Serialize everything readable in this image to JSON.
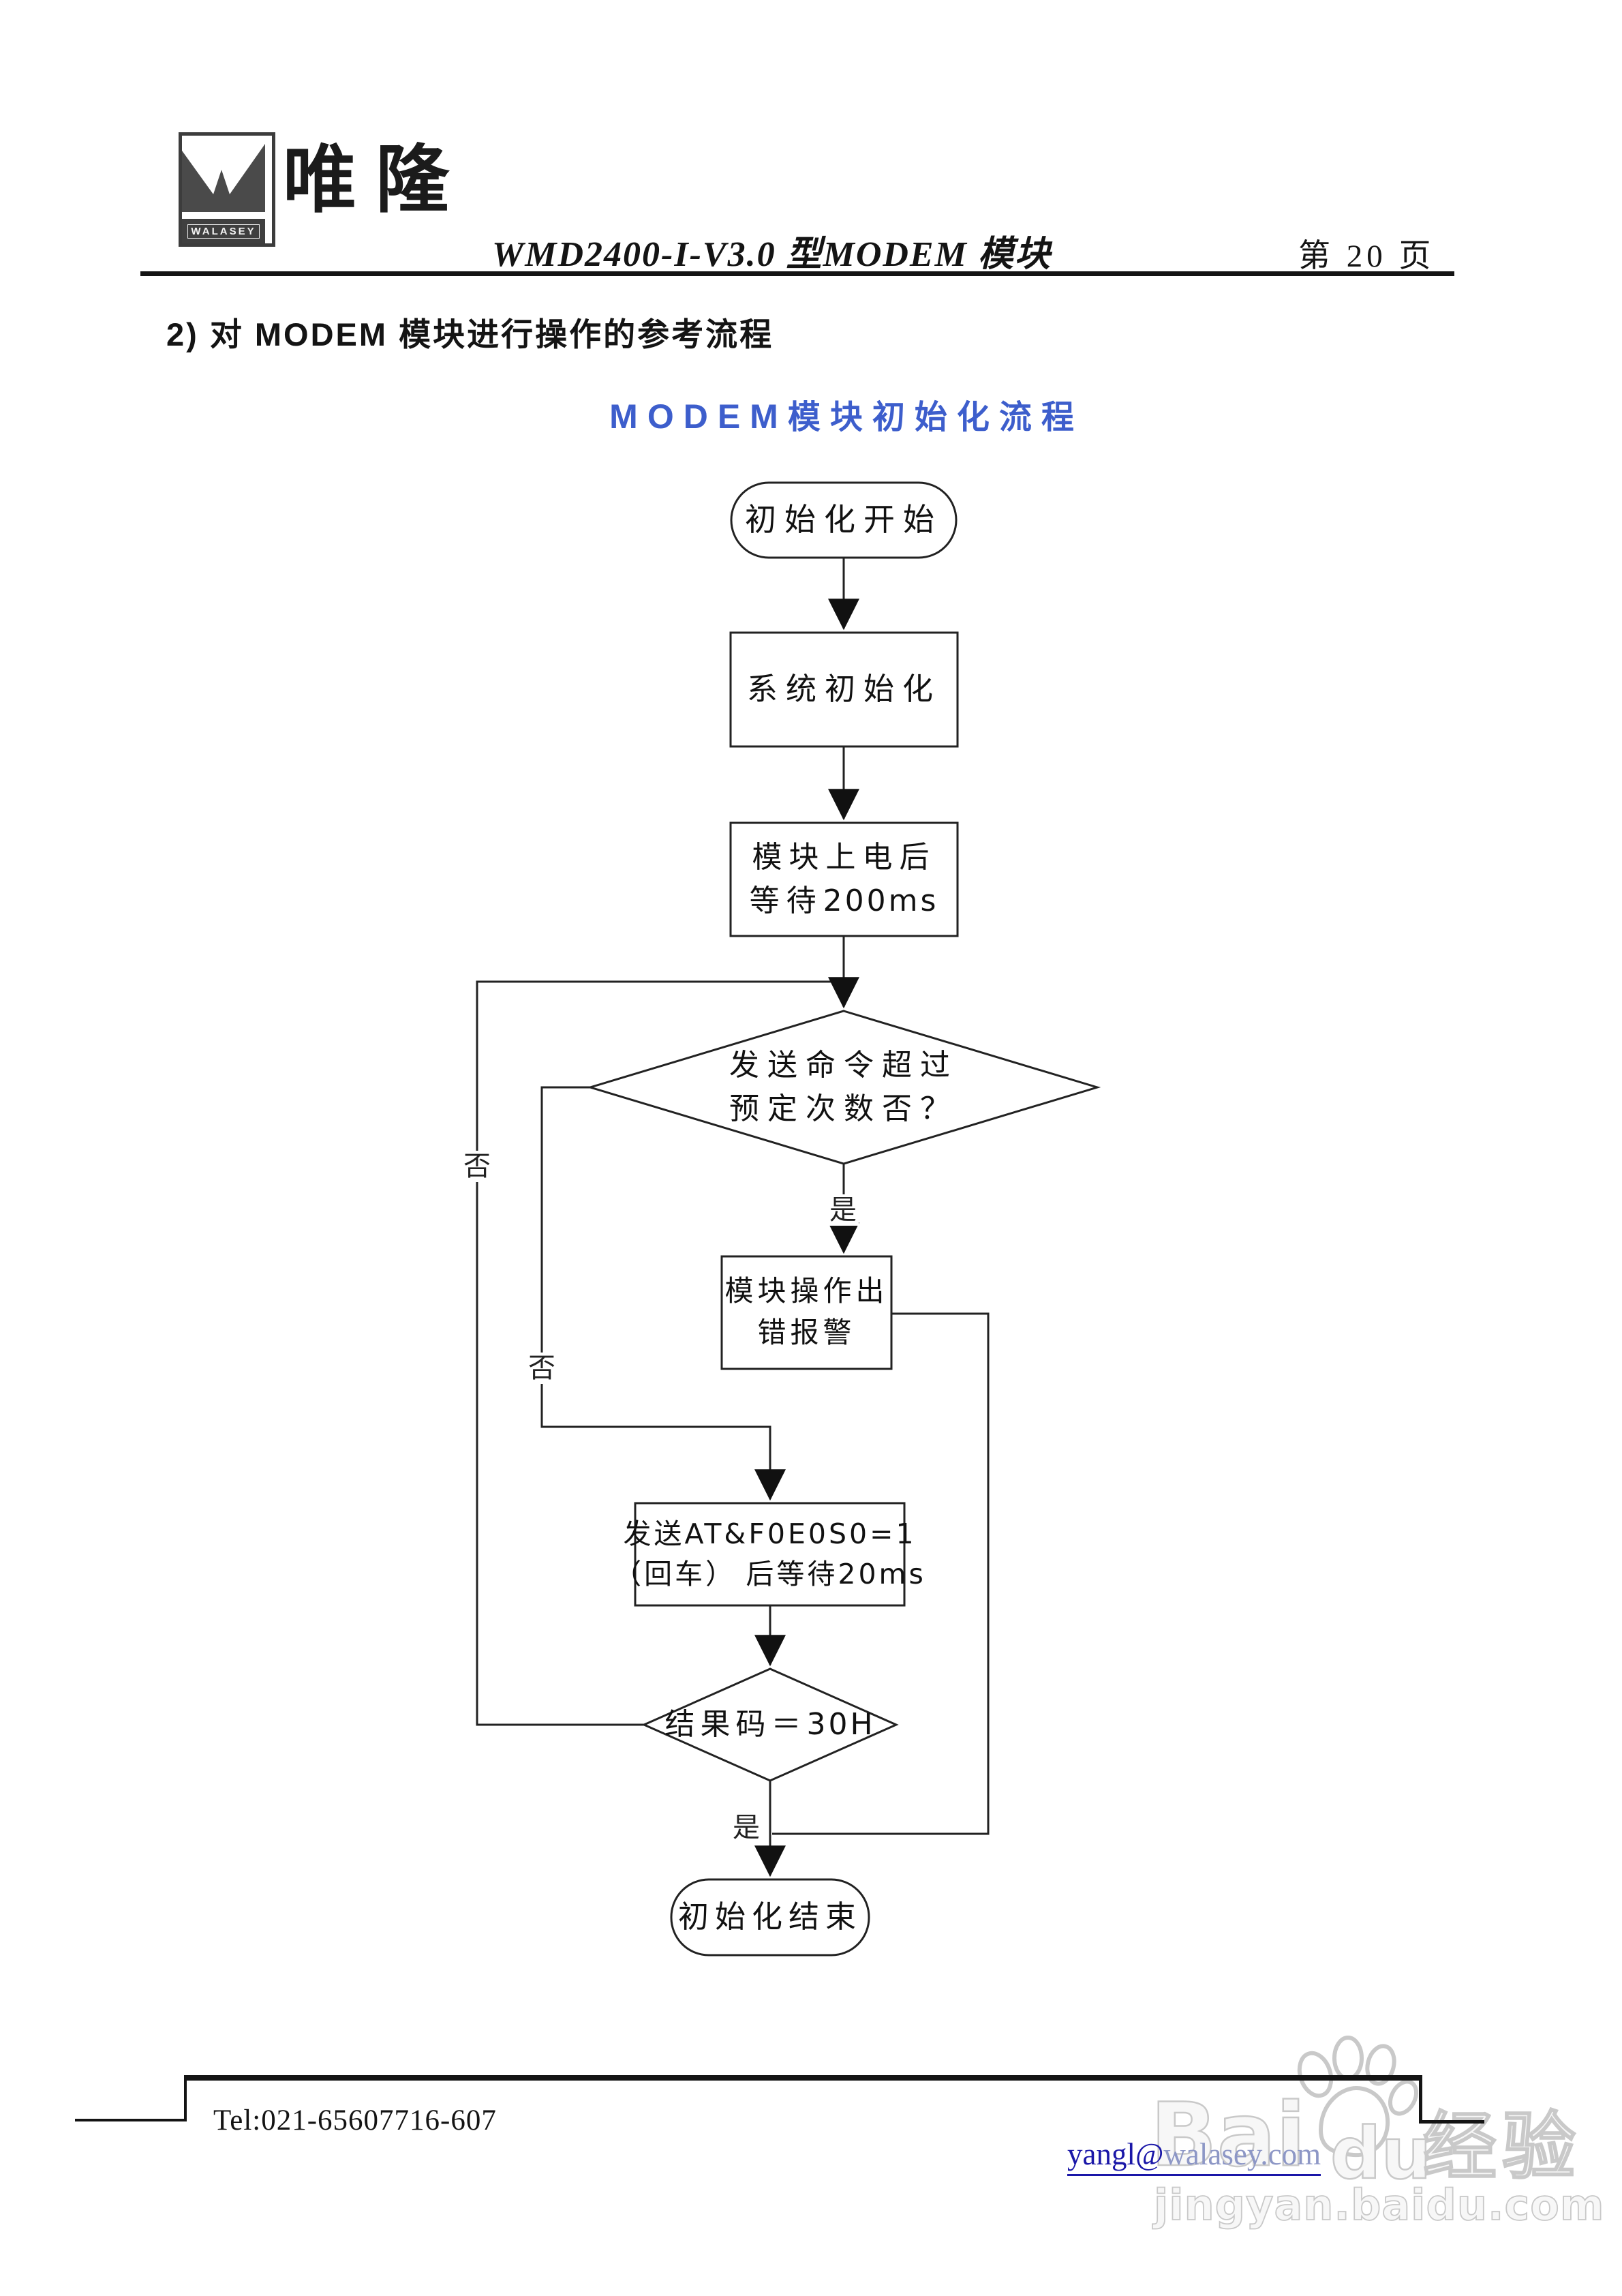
{
  "colors": {
    "accent_blue": "#3d5ecc",
    "link_blue": "#1a17a8",
    "line_black": "#141414",
    "watermark_gray": "#c9c9c9"
  },
  "header": {
    "logo_cn": "唯隆",
    "logo_en": "WALASEY",
    "title": "WMD2400-I-V3.0 型MODEM 模块",
    "page_no": "第 20 页"
  },
  "section": {
    "heading": "2) 对 MODEM 模块进行操作的参考流程"
  },
  "flowchart": {
    "title_en": "MODEM",
    "title_zh": "模块初始化流程",
    "start": "初始化开始",
    "init": "系统初始化",
    "power": {
      "line1": "模块上电后",
      "line2_zh": "等待",
      "line2_en": "200ms"
    },
    "decision1": {
      "line1": "发送命令超过",
      "line2": "预定次数否？"
    },
    "error": {
      "line1": "模块操作出",
      "line2": "错报警"
    },
    "send": {
      "line1_zh": "发送",
      "line1_en": "AT&F0E0S0=1",
      "line2_zh": "（回车） 后等待",
      "line2_en": "20ms"
    },
    "decision2": {
      "zh": "结果码＝",
      "en": "30H"
    },
    "end": "初始化结束",
    "yes": "是",
    "no": "否"
  },
  "footer": {
    "tel": "Tel:021-65607716-607",
    "email_user": "yangl@",
    "email_domain": "walasey.com"
  },
  "watermark": {
    "bai": "Bai",
    "du": "du",
    "badge": "经验",
    "url": "jingyan.baidu.com"
  }
}
